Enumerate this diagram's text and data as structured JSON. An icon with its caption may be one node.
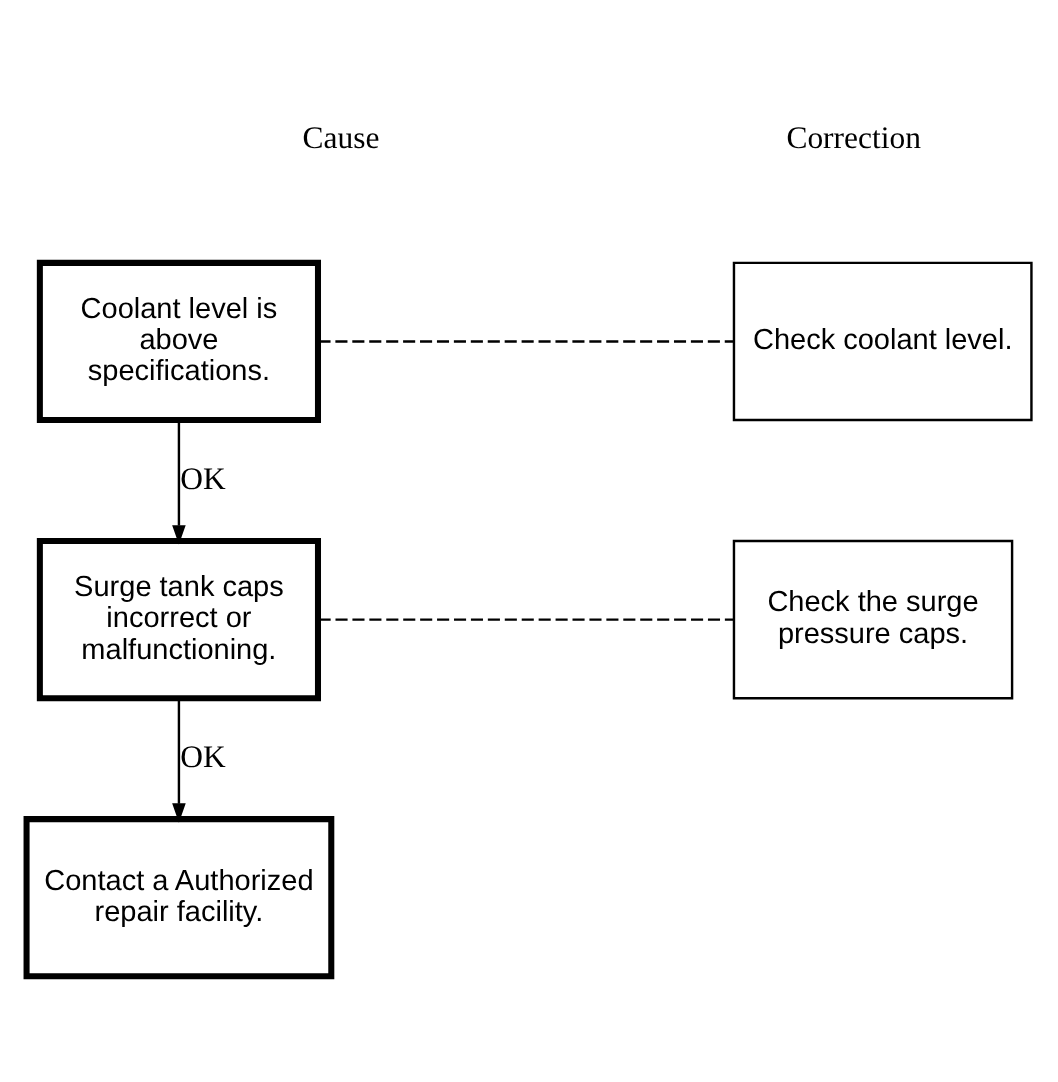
{
  "diagram": {
    "nodes": [
      {
        "text": [
          "Coolant level is above specifications."
        ]
      },
      {
        "text": [
          "Check coolant level."
        ]
      },
      {
        "text": [
          "Surge tank caps incorrect or malfunctioning."
        ]
      },
      {
        "text": [
          "Check the surge pressure caps."
        ]
      },
      {
        "text": [
          "Contact a Authorized repair facility."
        ]
      }
    ],
    "edges": [
      {
        "from": 0,
        "to": 1,
        "arrow": "none",
        "style": "dashed"
      },
      {
        "from": 0,
        "to": 2,
        "arrow": "to",
        "label": "OK"
      },
      {
        "from": 2,
        "to": 3,
        "arrow": "none",
        "style": "dashed"
      },
      {
        "from": 2,
        "to": 4,
        "arrow": "to",
        "label": "OK"
      }
    ],
    "labels": [
      "Cause",
      "Correction"
    ]
  }
}
